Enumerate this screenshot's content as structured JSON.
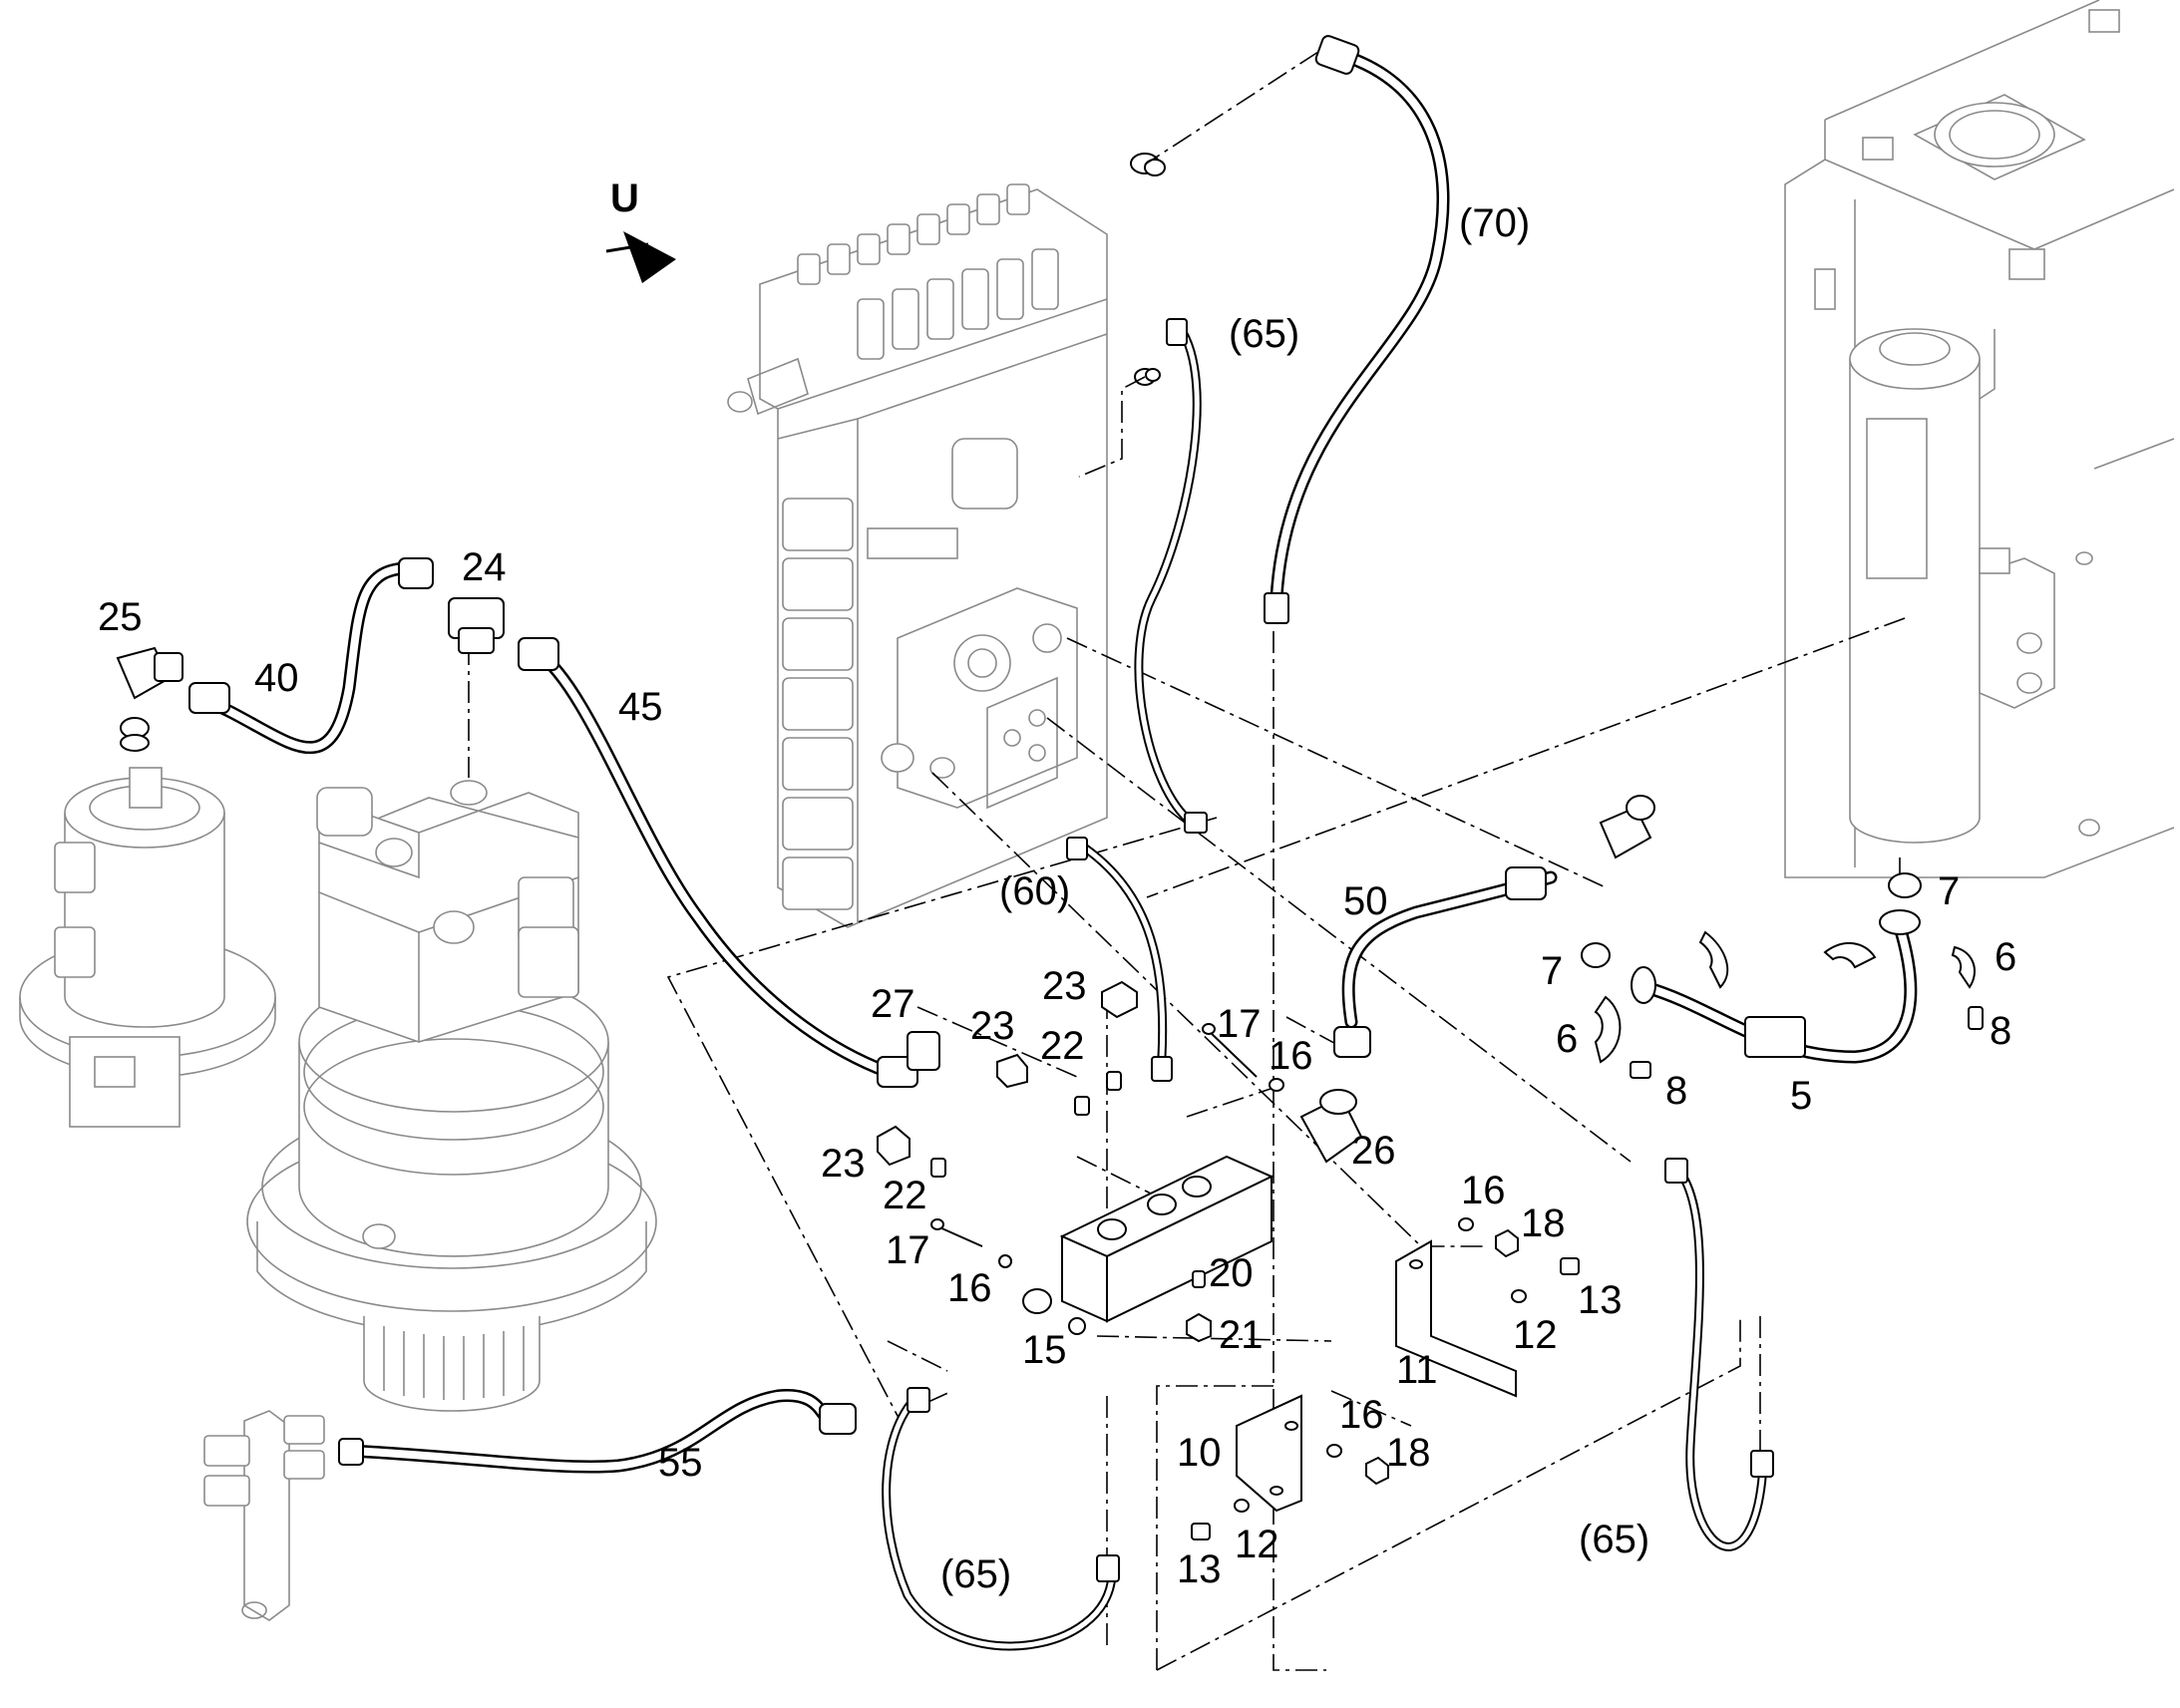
{
  "view_marker": "U",
  "callouts": {
    "c5": "5",
    "c6a": "6",
    "c6b": "6",
    "c7a": "7",
    "c7b": "7",
    "c8a": "8",
    "c8b": "8",
    "c10": "10",
    "c11": "11",
    "c12a": "12",
    "c12b": "12",
    "c13a": "13",
    "c13b": "13",
    "c15": "15",
    "c16a": "16",
    "c16b": "16",
    "c16c": "16",
    "c16d": "16",
    "c17a": "17",
    "c17b": "17",
    "c18a": "18",
    "c18b": "18",
    "c20": "20",
    "c21": "21",
    "c22a": "22",
    "c22b": "22",
    "c23a": "23",
    "c23b": "23",
    "c23c": "23",
    "c24": "24",
    "c25": "25",
    "c26": "26",
    "c27": "27",
    "c40": "40",
    "c45": "45",
    "c50": "50",
    "c55": "55",
    "c60": "(60)",
    "c65a": "(65)",
    "c65b": "(65)",
    "c65c": "(65)",
    "c70": "(70)"
  }
}
